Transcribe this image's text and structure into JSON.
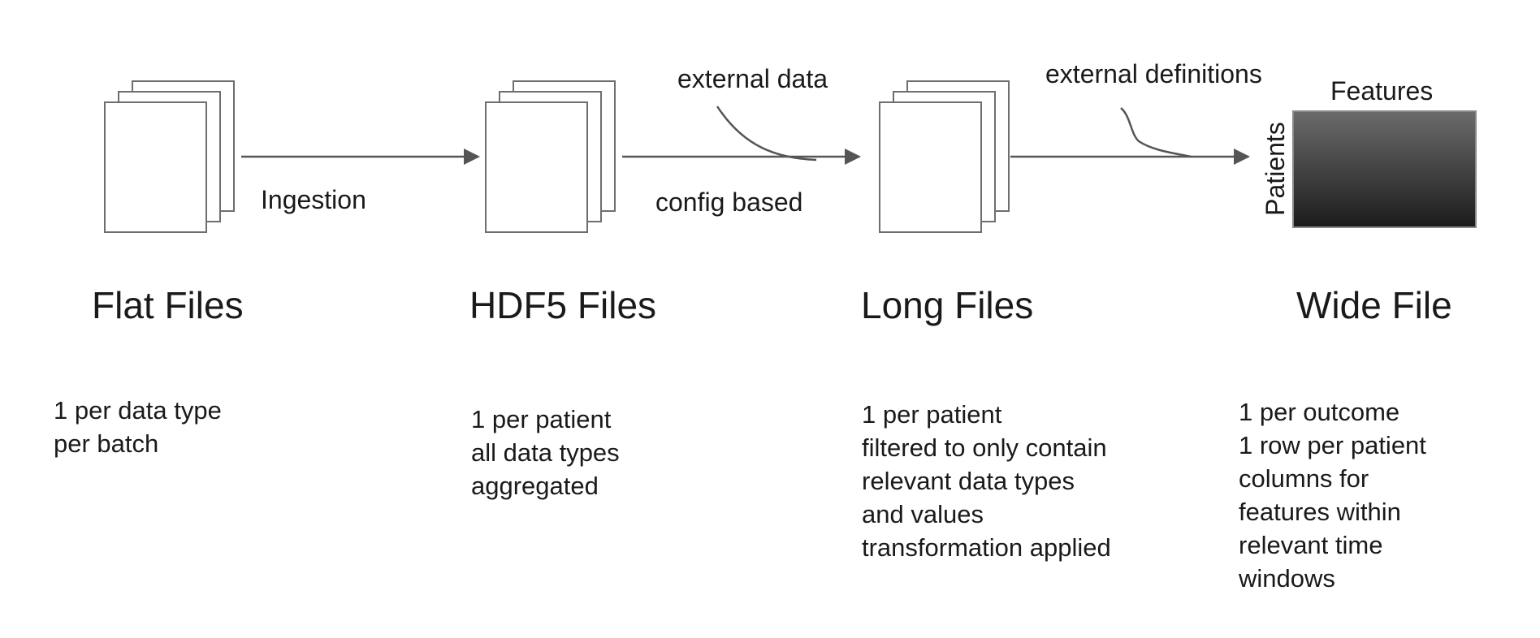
{
  "stages": {
    "flat": {
      "title": "Flat Files",
      "description": [
        "1 per data type",
        "per batch"
      ]
    },
    "hdf5": {
      "title": "HDF5 Files",
      "description": [
        "1 per patient",
        "all data types",
        "aggregated"
      ]
    },
    "long": {
      "title": "Long Files",
      "description": [
        "1 per patient",
        "filtered to only contain",
        "relevant data types",
        "and values",
        "transformation applied"
      ]
    },
    "wide": {
      "title": "Wide File",
      "description": [
        "1 per outcome",
        "1 row per patient",
        "columns for",
        "features  within",
        "relevant time",
        "windows"
      ]
    }
  },
  "edges": {
    "ingestion": "Ingestion",
    "config": "config based",
    "external_data": "external data",
    "external_definitions": "external definitions"
  },
  "matrix": {
    "columns_label": "Features",
    "rows_label": "Patients"
  },
  "colors": {
    "line": "#555555",
    "doc_stroke": "#6e6e6e",
    "matrix_top": "#6b6b6b",
    "matrix_bottom": "#1c1c1c"
  }
}
